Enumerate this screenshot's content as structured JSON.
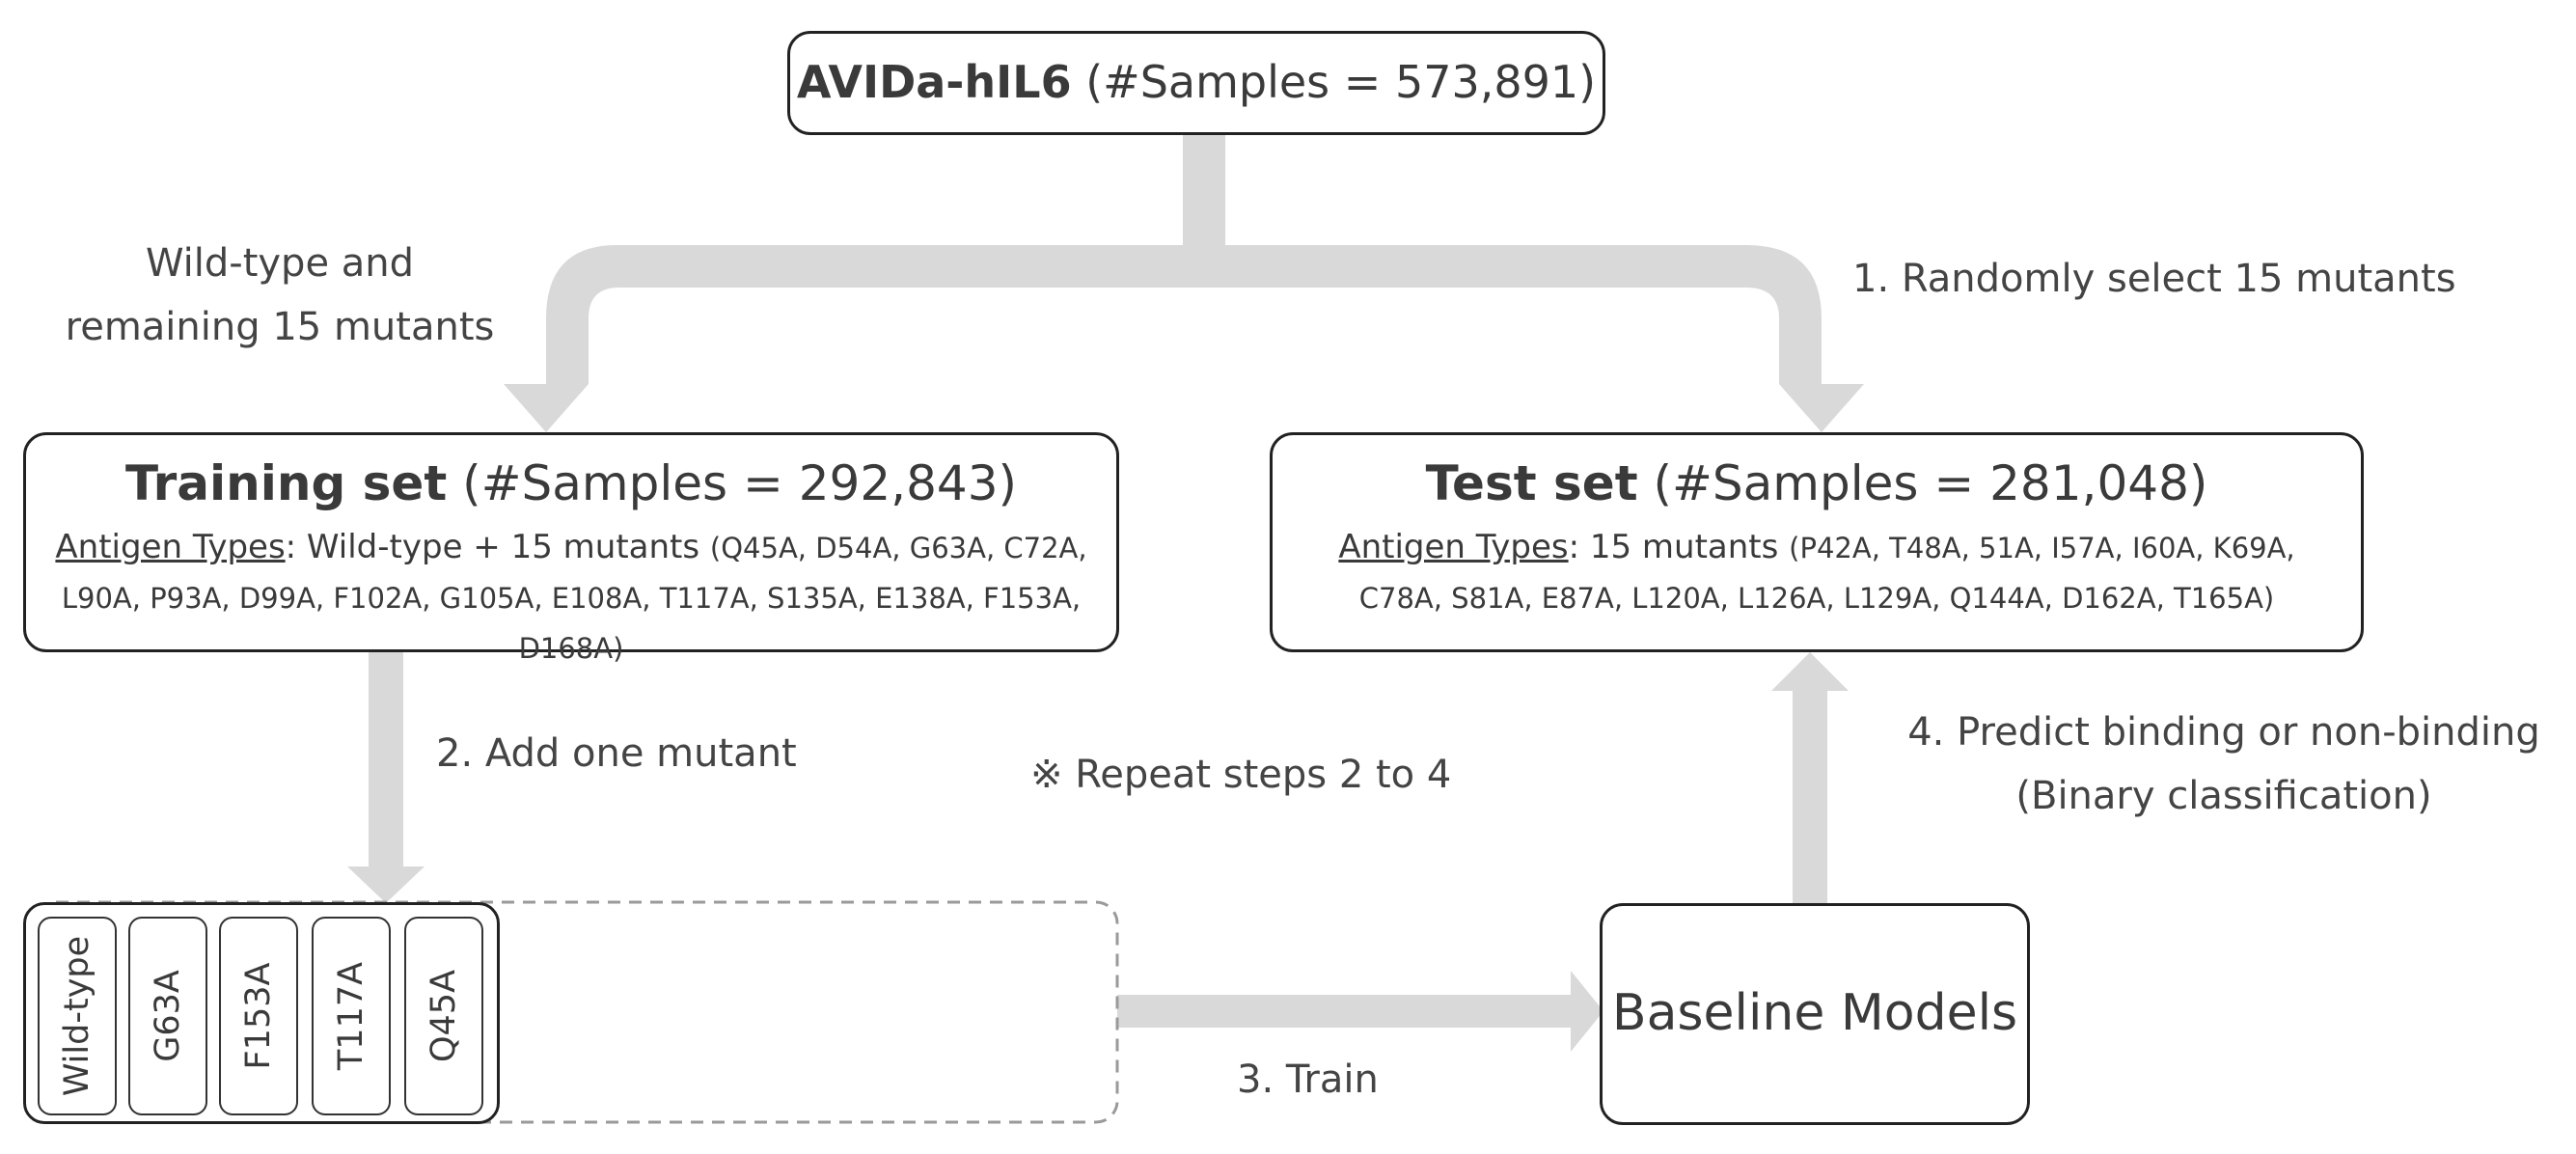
{
  "source": {
    "name": "AVIDa-hIL6",
    "count": "(#Samples = 573,891)"
  },
  "edges": {
    "train_split_line1": "Wild-type and",
    "train_split_line2": "remaining 15 mutants",
    "test_split": "1. Randomly select 15 mutants",
    "add_mutant": "2. Add one mutant",
    "repeat": "※ Repeat steps 2 to 4",
    "train": "3. Train",
    "predict_line1": "4. Predict binding or non-binding",
    "predict_line2": "(Binary classification)"
  },
  "training_set": {
    "title": "Training set",
    "count": "(#Samples = 292,843)",
    "antigen_label": "Antigen Types",
    "antigen_value": ": Wild-type + 15 mutants",
    "mutants_line1": "(Q45A, D54A, G63A, C72A,",
    "mutants_line2": "L90A, P93A, D99A, F102A, G105A, E108A, T117A, S135A, E138A, F153A, D168A)"
  },
  "test_set": {
    "title": "Test set",
    "count": "(#Samples = 281,048)",
    "antigen_label": "Antigen Types",
    "antigen_value": ": 15 mutants",
    "mutants_line1": "(P42A, T48A, 51A, I57A, I60A, K69A,",
    "mutants_line2": "C78A, S81A, E87A, L120A, L126A, L129A, Q144A, D162A, T165A)"
  },
  "sequence": [
    "Wild-type",
    "G63A",
    "F153A",
    "T117A",
    "Q45A"
  ],
  "baseline": {
    "label": "Baseline Models"
  },
  "colors": {
    "arrow": "#d9d9d9",
    "border": "#222222",
    "dashed": "#9a9a9a",
    "text": "#3a3a3a"
  }
}
